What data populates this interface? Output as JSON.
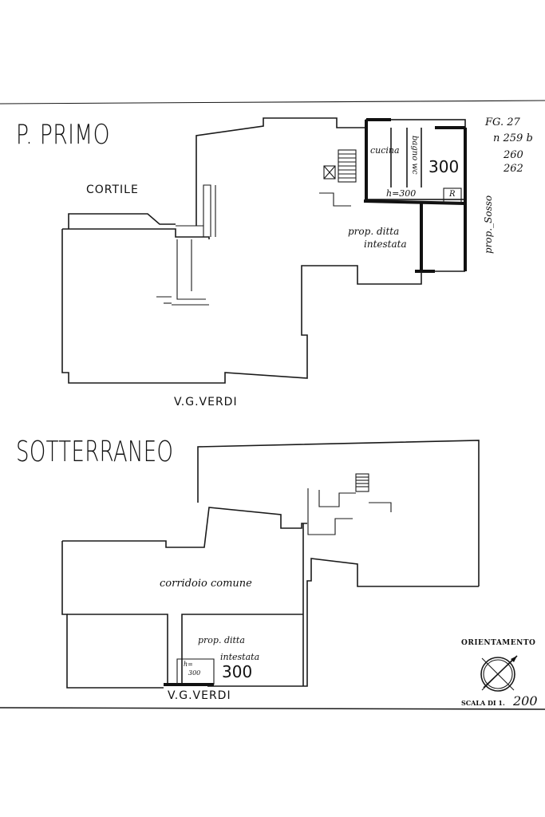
{
  "floor_upper": {
    "title": "P. PRIMO",
    "courtyard": "CORTILE",
    "street": "V.G.VERDI",
    "kitchen": "cucina",
    "bathroom": "bagno wc",
    "height_note": "h=300",
    "room_r": "R",
    "number": "300",
    "owner_note_line1": "prop. ditta",
    "owner_note_line2": "intestata",
    "neighbor": "prop._Sosso",
    "cadastral": [
      "FG. 27",
      "n 259 b",
      "260",
      "262"
    ]
  },
  "floor_lower": {
    "title": "SOTTERRANEO",
    "corridor": "corridoio comune",
    "owner_note_line1": "prop. ditta",
    "owner_note_line2": "intestata",
    "height_note_top": "h=",
    "height_note_bottom": "300",
    "number": "300",
    "street": "V.G.VERDI"
  },
  "legend": {
    "orientation": "ORIENTAMENTO",
    "scale_prefix": "SCALA DI 1.",
    "scale_value": "200"
  }
}
